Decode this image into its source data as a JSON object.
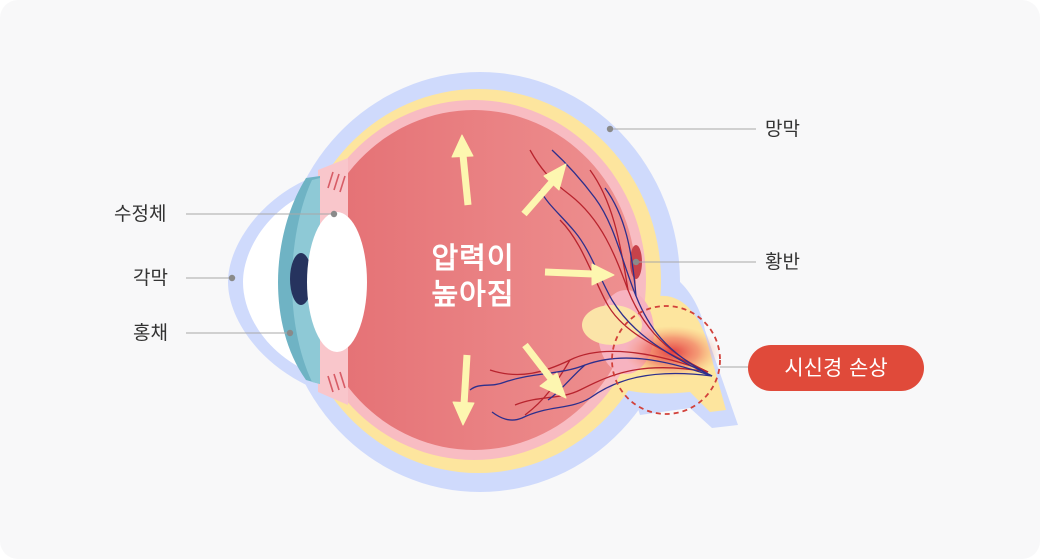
{
  "center_text": {
    "line1": "압력이",
    "line2": "높아짐"
  },
  "labels": {
    "lens": "수정체",
    "cornea": "각막",
    "iris": "홍채",
    "retina": "망막",
    "macula": "황반",
    "optic_nerve_damage": "시신경 손상"
  },
  "colors": {
    "background": "#f8f8f9",
    "outer_layer": "#cfdafc",
    "retina_yellow": "#fde59e",
    "vitreous": "#e77b7b",
    "iris": "#6fb3c4",
    "pupil": "#26335e",
    "vessel_red": "#b8242e",
    "vessel_blue": "#2d2f8c",
    "arrow": "#fdf6b0",
    "damage_badge": "#e04a3a"
  }
}
